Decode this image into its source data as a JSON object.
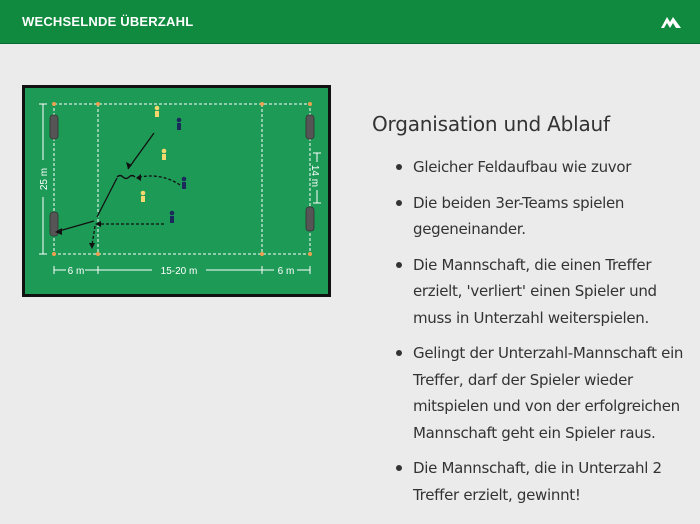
{
  "header": {
    "title": "WECHSELNDE ÜBERZAHL",
    "logo_icon": "mountain-logo-icon"
  },
  "diagram": {
    "labels": {
      "width_left": "6 m",
      "width_middle": "15-20 m",
      "width_right": "6 m",
      "height_left": "25 m",
      "height_right": "14 m"
    },
    "colors": {
      "field": "#1e9a57",
      "border": "#111111",
      "lines": "#ffffff"
    }
  },
  "content": {
    "heading": "Organisation und Ablauf",
    "bullets": [
      "Gleicher Feldaufbau wie zuvor",
      "Die beiden 3er-Teams spielen gegeneinander.",
      "Die Mannschaft, die einen Treffer erzielt, 'verliert' einen Spieler und muss in Unterzahl weiterspielen.",
      "Gelingt der Unterzahl-Mannschaft ein Treffer, darf der Spieler wieder mitspielen und von der erfolgreichen Mannschaft geht ein Spieler raus.",
      "Die Mannschaft, die in Unterzahl 2 Treffer erzielt, gewinnt!"
    ]
  }
}
